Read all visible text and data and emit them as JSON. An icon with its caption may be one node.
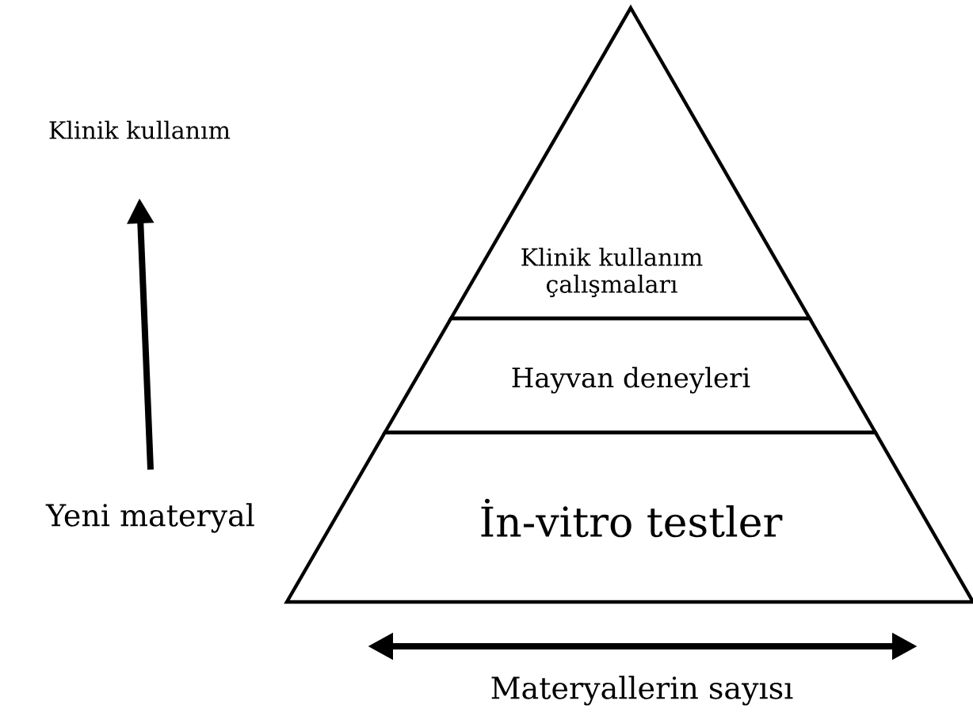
{
  "diagram": {
    "nodes": [
      {
        "text": [
          "Klinik kullanım"
        ]
      },
      {
        "text": [
          "Yeni materyal"
        ]
      },
      {
        "text": [
          "Klinik kullanım çalışmaları"
        ]
      },
      {
        "text": [
          "Hayvan deneyleri"
        ]
      },
      {
        "text": [
          "İn-vitro testler"
        ]
      }
    ],
    "edges": [
      {
        "from": 1,
        "to": 0,
        "arrow": "to"
      }
    ],
    "labels": [
      "Materyallerin sayısı"
    ]
  }
}
